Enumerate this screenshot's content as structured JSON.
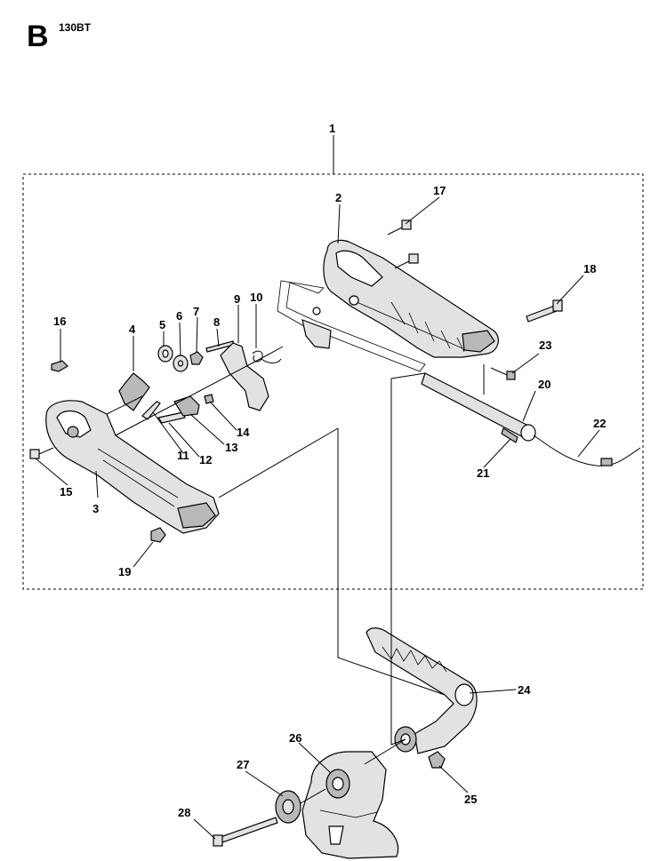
{
  "header": {
    "section_letter": "B",
    "model": "130BT"
  },
  "callouts": [
    {
      "id": "1",
      "text": "1"
    },
    {
      "id": "2",
      "text": "2"
    },
    {
      "id": "3",
      "text": "3"
    },
    {
      "id": "4",
      "text": "4"
    },
    {
      "id": "5",
      "text": "5"
    },
    {
      "id": "6",
      "text": "6"
    },
    {
      "id": "7",
      "text": "7"
    },
    {
      "id": "8",
      "text": "8"
    },
    {
      "id": "9",
      "text": "9"
    },
    {
      "id": "10",
      "text": "10"
    },
    {
      "id": "11",
      "text": "11"
    },
    {
      "id": "12",
      "text": "12"
    },
    {
      "id": "13",
      "text": "13"
    },
    {
      "id": "14",
      "text": "14"
    },
    {
      "id": "15",
      "text": "15"
    },
    {
      "id": "16",
      "text": "16"
    },
    {
      "id": "17",
      "text": "17"
    },
    {
      "id": "18",
      "text": "18"
    },
    {
      "id": "19",
      "text": "19"
    },
    {
      "id": "20",
      "text": "20"
    },
    {
      "id": "21",
      "text": "21"
    },
    {
      "id": "22",
      "text": "22"
    },
    {
      "id": "23",
      "text": "23"
    },
    {
      "id": "24",
      "text": "24"
    },
    {
      "id": "25",
      "text": "25"
    },
    {
      "id": "26",
      "text": "26"
    },
    {
      "id": "27",
      "text": "27"
    },
    {
      "id": "28",
      "text": "28"
    }
  ]
}
